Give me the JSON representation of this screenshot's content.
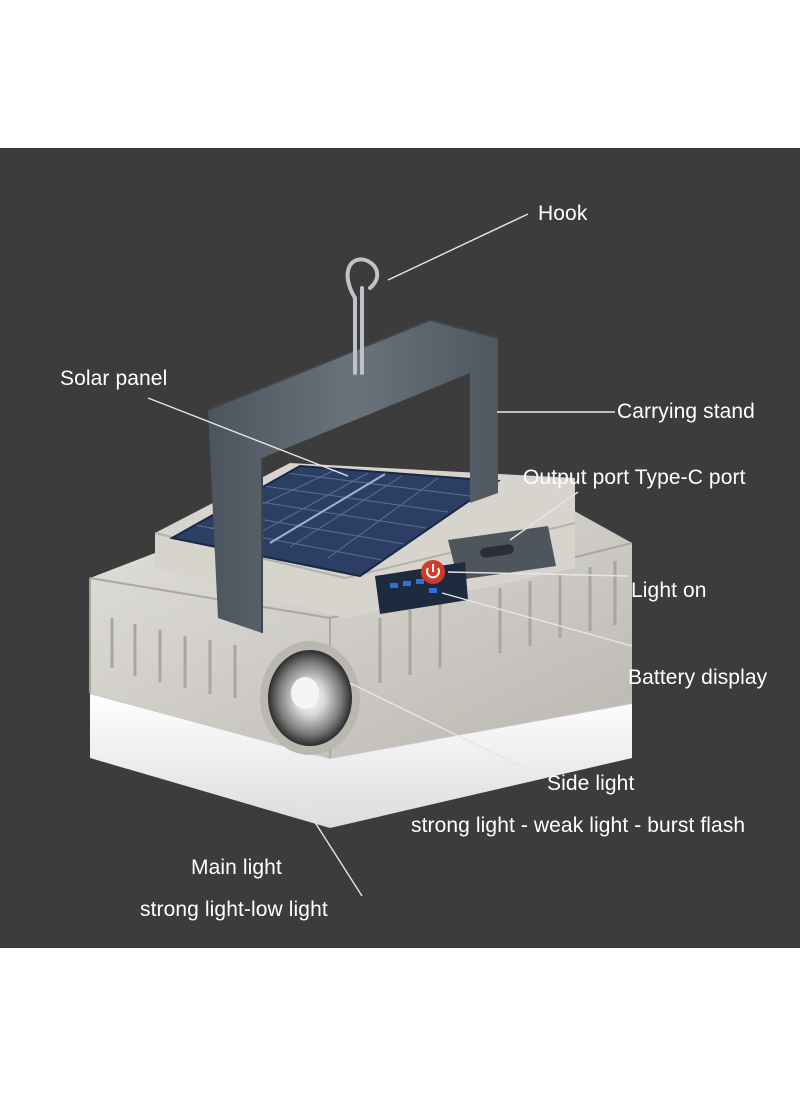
{
  "labels": {
    "hook": "Hook",
    "solar_panel": "Solar panel",
    "carrying_stand": "Carrying stand",
    "output_port": "Output port Type-C port",
    "light_on": "Light on",
    "battery_display": "Battery display",
    "side_light": "Side light",
    "side_light_modes": "strong light - weak light - burst flash",
    "main_light": "Main light",
    "main_light_modes": "strong light-low light"
  },
  "colors": {
    "background": "#3c3c3c",
    "label_text": "#ffffff",
    "leader_line": "#e6e6e6",
    "housing": "#cfcdc6",
    "handle": "#5d6670",
    "solar_cell": "#2c3e63",
    "power_button": "#d23a2a",
    "battery_led": "#2f6fe0",
    "light_diffuser": "#f2f2f0"
  }
}
